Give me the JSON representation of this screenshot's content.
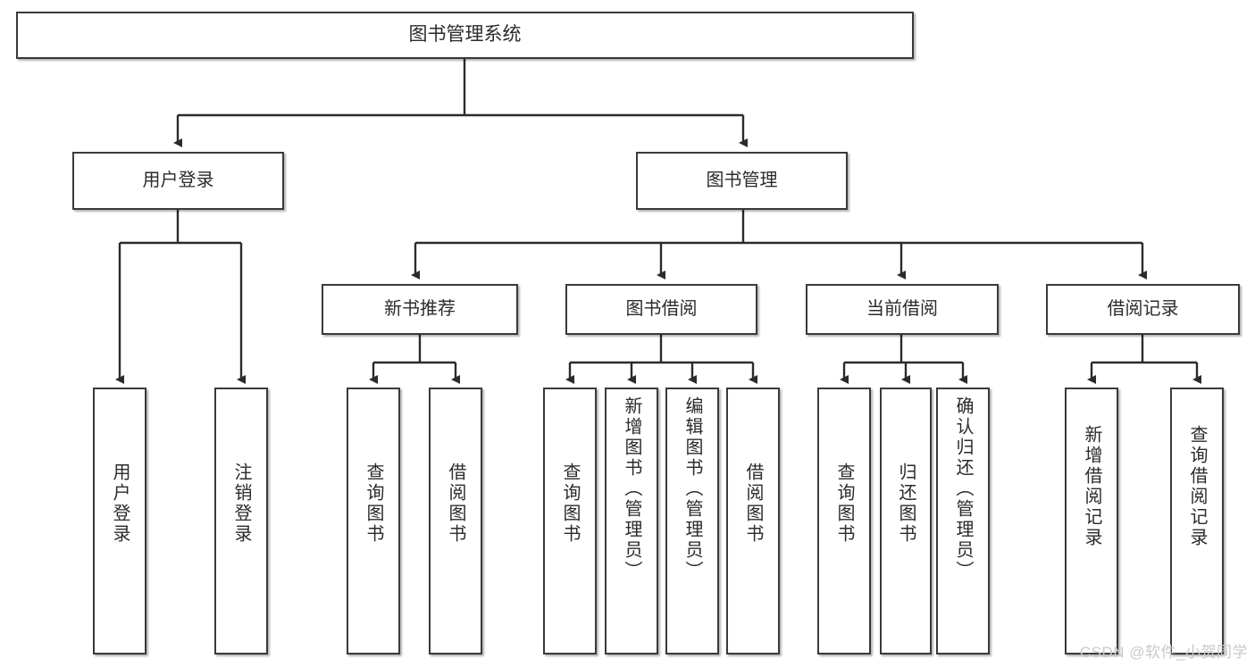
{
  "diagram": {
    "type": "tree-hierarchy",
    "title": "图书管理系统",
    "root": {
      "id": "root",
      "label": "图书管理系统"
    },
    "level1": [
      {
        "id": "user-login",
        "label": "用户登录"
      },
      {
        "id": "book-manage",
        "label": "图书管理"
      }
    ],
    "level2": [
      {
        "id": "new-book-recommend",
        "label": "新书推荐",
        "parent": "book-manage"
      },
      {
        "id": "book-borrow",
        "label": "图书借阅",
        "parent": "book-manage"
      },
      {
        "id": "current-borrow",
        "label": "当前借阅",
        "parent": "book-manage"
      },
      {
        "id": "borrow-record",
        "label": "借阅记录",
        "parent": "book-manage"
      }
    ],
    "leaves": [
      {
        "id": "leaf-user-login",
        "label": "用户登录",
        "parent": "user-login"
      },
      {
        "id": "leaf-logout",
        "label": "注销登录",
        "parent": "user-login"
      },
      {
        "id": "leaf-query-book-1",
        "label": "查询图书",
        "parent": "new-book-recommend"
      },
      {
        "id": "leaf-borrow-book-1",
        "label": "借阅图书",
        "parent": "new-book-recommend"
      },
      {
        "id": "leaf-query-book-2",
        "label": "查询图书",
        "parent": "book-borrow"
      },
      {
        "id": "leaf-add-book",
        "label": "新增图书（管理员）",
        "parent": "book-borrow"
      },
      {
        "id": "leaf-edit-book",
        "label": "编辑图书（管理员）",
        "parent": "book-borrow"
      },
      {
        "id": "leaf-borrow-book-2",
        "label": "借阅图书",
        "parent": "book-borrow"
      },
      {
        "id": "leaf-query-book-3",
        "label": "查询图书",
        "parent": "current-borrow"
      },
      {
        "id": "leaf-return-book",
        "label": "归还图书",
        "parent": "current-borrow"
      },
      {
        "id": "leaf-confirm-return",
        "label": "确认归还（管理员）",
        "parent": "current-borrow"
      },
      {
        "id": "leaf-add-record",
        "label": "新增借阅记录",
        "parent": "borrow-record"
      },
      {
        "id": "leaf-query-record",
        "label": "查询借阅记录",
        "parent": "borrow-record"
      }
    ],
    "colors": {
      "box_border": "#3a3a3a",
      "box_fill": "#ffffff",
      "edge": "#2b2b2b",
      "text": "#2b2b2b",
      "watermark": "#c9c9c9",
      "background": "#ffffff"
    }
  },
  "watermark": {
    "text": "CSDN @软件_小贺同学"
  }
}
